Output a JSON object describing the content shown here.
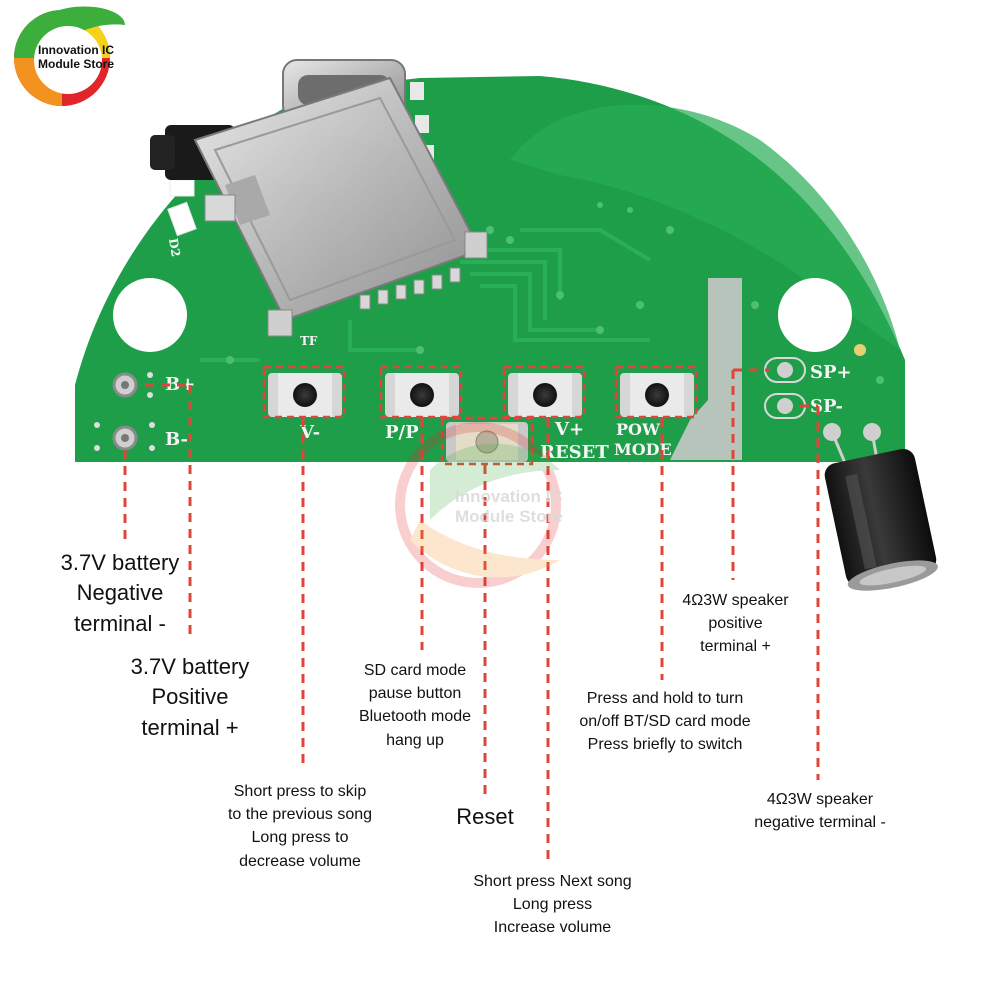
{
  "brand": {
    "name_line1": "Innovation IC",
    "name_line2": "Module Store",
    "colors": {
      "green": "#3cae3c",
      "orange": "#f3931f",
      "red": "#e1262b",
      "yellow": "#f7d21b"
    }
  },
  "watermark": {
    "line1": "Innovation IC",
    "line2": "Module Store"
  },
  "board_silkscreen": {
    "b_plus": "B+",
    "b_minus": "B-",
    "v_minus": "V-",
    "p_p": "P/P",
    "v_plus": "V+",
    "reset": "RESET",
    "pow": "POW",
    "mode": "MODE",
    "sp_plus": "SP+",
    "sp_minus": "SP-",
    "d2": "D2",
    "tf": "TF"
  },
  "callouts": {
    "battery_negative": [
      "3.7V battery",
      "Negative",
      "terminal -"
    ],
    "battery_positive": [
      "3.7V battery",
      "Positive",
      "terminal +"
    ],
    "prev_song": [
      "Short press to skip",
      "to the previous song",
      "Long press to",
      "decrease volume"
    ],
    "sd_pause": [
      "SD card mode",
      "pause button",
      "Bluetooth mode",
      "hang up"
    ],
    "reset": [
      "Reset"
    ],
    "next_song": [
      "Short press Next song",
      "Long press",
      "Increase volume"
    ],
    "power_mode": [
      "Press and hold to turn",
      "on/off BT/SD card mode",
      "Press briefly to switch"
    ],
    "speaker_positive": [
      "4Ω3W speaker",
      "positive",
      "terminal +"
    ],
    "speaker_negative": [
      "4Ω3W speaker",
      "negative terminal -"
    ]
  },
  "colors": {
    "pcb": "#1f9e4a",
    "pcb_dark": "#178a3d",
    "leader": "#e0453a",
    "metal": "#bdbdbd"
  }
}
